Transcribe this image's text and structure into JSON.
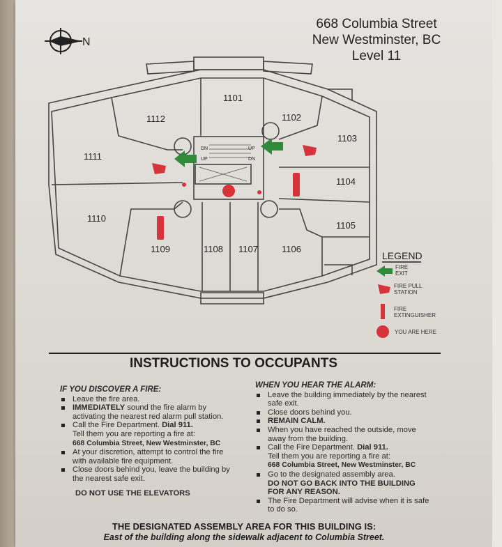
{
  "header": {
    "line1": "668 Columbia Street",
    "line2": "New Westminster, BC",
    "line3": "Level 11"
  },
  "compass": {
    "label": "N"
  },
  "units": [
    "1101",
    "1102",
    "1103",
    "1104",
    "1105",
    "1106",
    "1107",
    "1108",
    "1109",
    "1110",
    "1111",
    "1112"
  ],
  "stair": {
    "dn": "DN",
    "up": "UP"
  },
  "legend": {
    "title": "LEGEND",
    "fire_exit": [
      "FIRE",
      "EXIT"
    ],
    "pull_station": [
      "FIRE PULL",
      "STATION"
    ],
    "extinguisher": [
      "FIRE",
      "EXTINGUISHER"
    ],
    "you_are_here": "YOU ARE HERE"
  },
  "colors": {
    "exit": "#2f8a3a",
    "alarm": "#d6343a"
  },
  "instructions": {
    "title": "INSTRUCTIONS TO OCCUPANTS",
    "discover": {
      "heading": "IF YOU DISCOVER A FIRE:",
      "b1": "Leave the fire area.",
      "b2_bold": "IMMEDIATELY",
      "b2": " sound the fire alarm by activating the nearest red alarm pull station.",
      "b3": "Call the Fire Department. ",
      "b3_bold": "Dial 911.",
      "b3_tail": "Tell them you are reporting a fire at:",
      "b3_addr": "668 Columbia Street, New Westminster, BC",
      "b4": "At your discretion, attempt to control the fire with available fire equipment.",
      "b5": "Close doors behind you, leave the building by the nearest safe exit.",
      "warning": "DO NOT USE THE ELEVATORS"
    },
    "alarm": {
      "heading": "WHEN YOU HEAR THE ALARM:",
      "b1": "Leave the building immediately by the nearest safe exit.",
      "b2": "Close doors behind you.",
      "b3": "REMAIN CALM.",
      "b4": "When you have reached the outside, move away from the building.",
      "b5": "Call the Fire Department. ",
      "b5_bold": "Dial 911.",
      "b5_tail": "Tell them you are reporting a fire at:",
      "b5_addr": "668 Columbia Street, New Westminster, BC",
      "b6": "Go to the designated assembly area.",
      "b6_bold": "DO NOT GO BACK INTO THE BUILDING FOR ANY REASON.",
      "b7": "The Fire Department will advise when it is safe to do so."
    }
  },
  "assembly": {
    "heading": "THE DESIGNATED ASSEMBLY AREA FOR THIS BUILDING IS:",
    "location": "East of the building along the sidewalk adjacent to Columbia Street."
  }
}
